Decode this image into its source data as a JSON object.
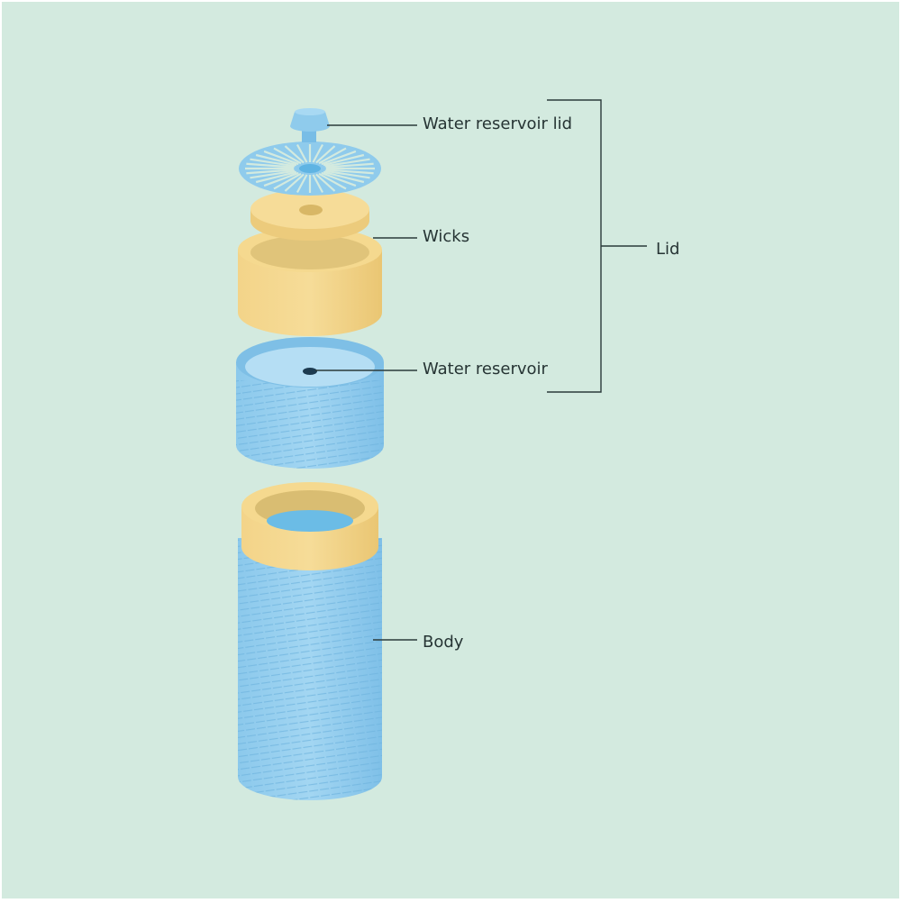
{
  "labels": {
    "water_reservoir_lid": "Water reservoir lid",
    "wicks": "Wicks",
    "water_reservoir": "Water reservoir",
    "body": "Body",
    "lid": "Lid"
  },
  "colors": {
    "background": "#d3eadf",
    "blue_part": "#8fcbec",
    "yellow_part": "#f1d07f",
    "leader_line": "#2b3a3a"
  }
}
